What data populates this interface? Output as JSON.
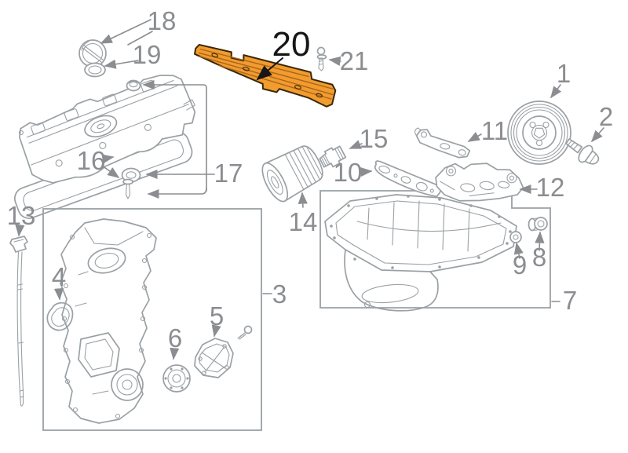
{
  "figure_type": "exploded-engine-parts-diagram",
  "colors": {
    "line": "#9aa0a4",
    "label": "#8b8d90",
    "hlFill": "#F29B2E",
    "hlStroke": "#3A2806",
    "hlRidge": "#A8661C",
    "hlLabel": "#161616",
    "bg": "#ffffff"
  },
  "highlighted_callout": "20",
  "callouts": [
    {
      "label": "1"
    },
    {
      "label": "2"
    },
    {
      "label": "3"
    },
    {
      "label": "4"
    },
    {
      "label": "5"
    },
    {
      "label": "6"
    },
    {
      "label": "7"
    },
    {
      "label": "8"
    },
    {
      "label": "9"
    },
    {
      "label": "10"
    },
    {
      "label": "11"
    },
    {
      "label": "12"
    },
    {
      "label": "13"
    },
    {
      "label": "14"
    },
    {
      "label": "15"
    },
    {
      "label": "16"
    },
    {
      "label": "17"
    },
    {
      "label": "18"
    },
    {
      "label": "19"
    },
    {
      "label": "20"
    },
    {
      "label": "21"
    }
  ]
}
